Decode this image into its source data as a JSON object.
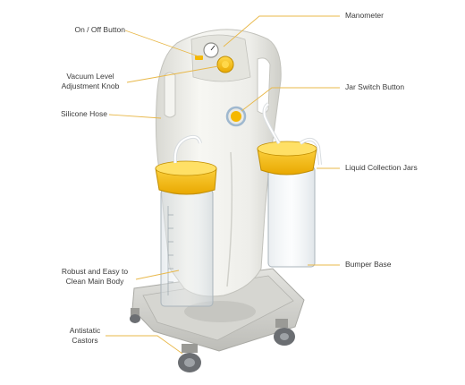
{
  "labels": {
    "on_off_button": "On / Off Button",
    "manometer": "Manometer",
    "vacuum_knob_line1": "Vacuum Level",
    "vacuum_knob_line2": "Adjustment Knob",
    "jar_switch_button": "Jar Switch Button",
    "silicone_hose": "Silicone Hose",
    "liquid_collection_jars": "Liquid Collection Jars",
    "bumper_base": "Bumper Base",
    "robust_body_line1": "Robust and Easy to",
    "robust_body_line2": "Clean Main Body",
    "castors_line1": "Antistatic",
    "castors_line2": "Castors"
  },
  "colors": {
    "leader_line": "#e8b84a",
    "accent_yellow": "#f5b800",
    "body_white": "#eeeeea",
    "label_text": "#3a3a3a"
  }
}
